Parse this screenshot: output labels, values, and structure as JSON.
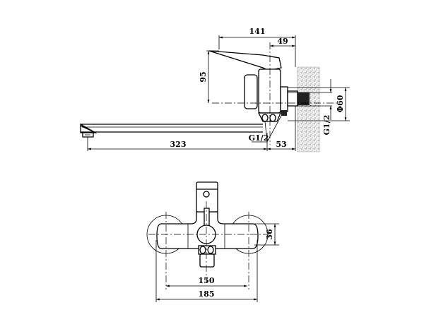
{
  "side_view": {
    "dim_overall_depth": "141",
    "dim_handle_offset": "49",
    "dim_handle_height": "95",
    "dim_wall_diameter": "Φ60",
    "dim_thread_wall": "G1/2",
    "dim_thread_outlet": "G1/2",
    "dim_spout_length": "323",
    "dim_spout_wall": "53"
  },
  "front_view": {
    "dim_body_height": "36",
    "dim_center_distance": "150",
    "dim_overall_width": "185"
  },
  "colors": {
    "line": "#000000",
    "wall": "#d9d9d9"
  }
}
